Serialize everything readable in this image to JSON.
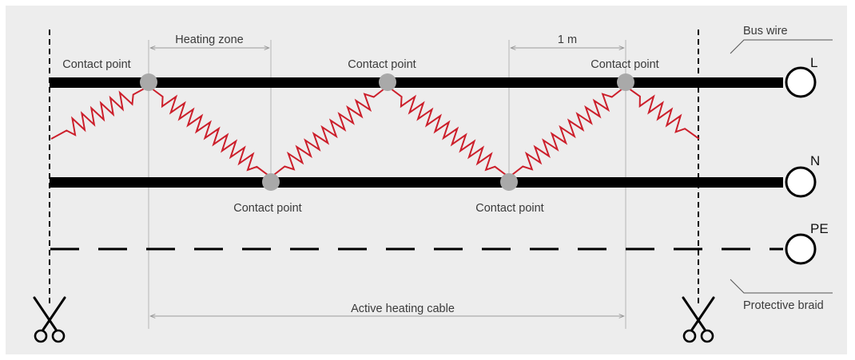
{
  "diagram": {
    "labels": {
      "heating_zone": "Heating zone",
      "one_meter": "1 m",
      "bus_wire": "Bus wire",
      "protective_braid": "Protective braid",
      "active_heating_cable": "Active heating cable"
    },
    "terminals": {
      "l": "L",
      "n": "N",
      "pe": "PE"
    },
    "contact_points": [
      {
        "label": "Contact point"
      },
      {
        "label": "Contact point"
      },
      {
        "label": "Contact point"
      },
      {
        "label": "Contact point"
      },
      {
        "label": "Contact point"
      }
    ],
    "colors": {
      "background": "#ededed",
      "wire": "#000000",
      "heating_element": "#cc1f2b",
      "contact_point": "#a9a9a9",
      "dimension_line": "#b5b5b5",
      "text": "#3a3a3a"
    },
    "icons": [
      "scissors-icon",
      "scissors-icon"
    ]
  }
}
